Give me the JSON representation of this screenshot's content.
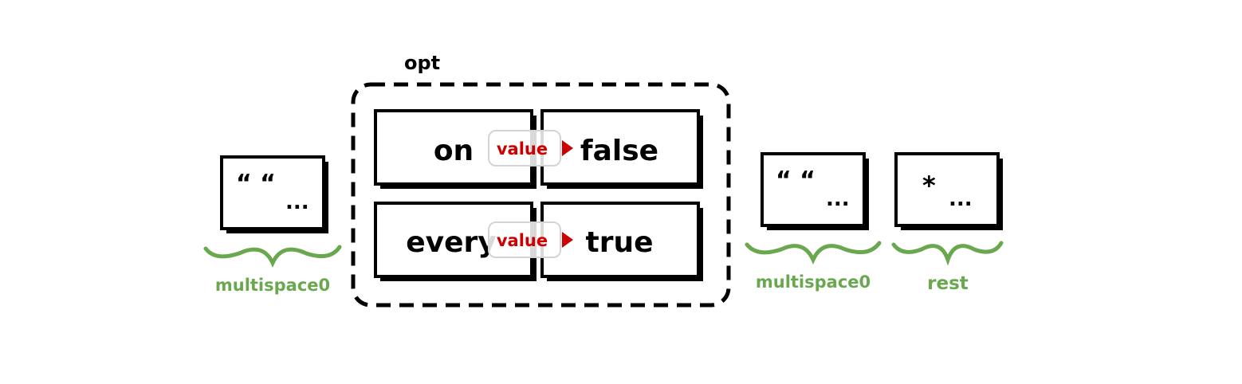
{
  "group": {
    "label": "opt"
  },
  "left_space": {
    "quote": "“ “",
    "ellipsis": "...",
    "label": "multispace0"
  },
  "options": [
    {
      "keyword": "on",
      "arrow_label": "value",
      "value": "false"
    },
    {
      "keyword": "every",
      "arrow_label": "value",
      "value": "true"
    }
  ],
  "right_space": {
    "quote": "“ “",
    "ellipsis": "...",
    "label": "multispace0"
  },
  "rest": {
    "symbol": "*",
    "ellipsis": "...",
    "label": "rest"
  },
  "colors": {
    "ink": "#000000",
    "label_green": "#6aa84f",
    "arrow_red": "#cc0000",
    "pill_border": "#d4d4d4"
  }
}
